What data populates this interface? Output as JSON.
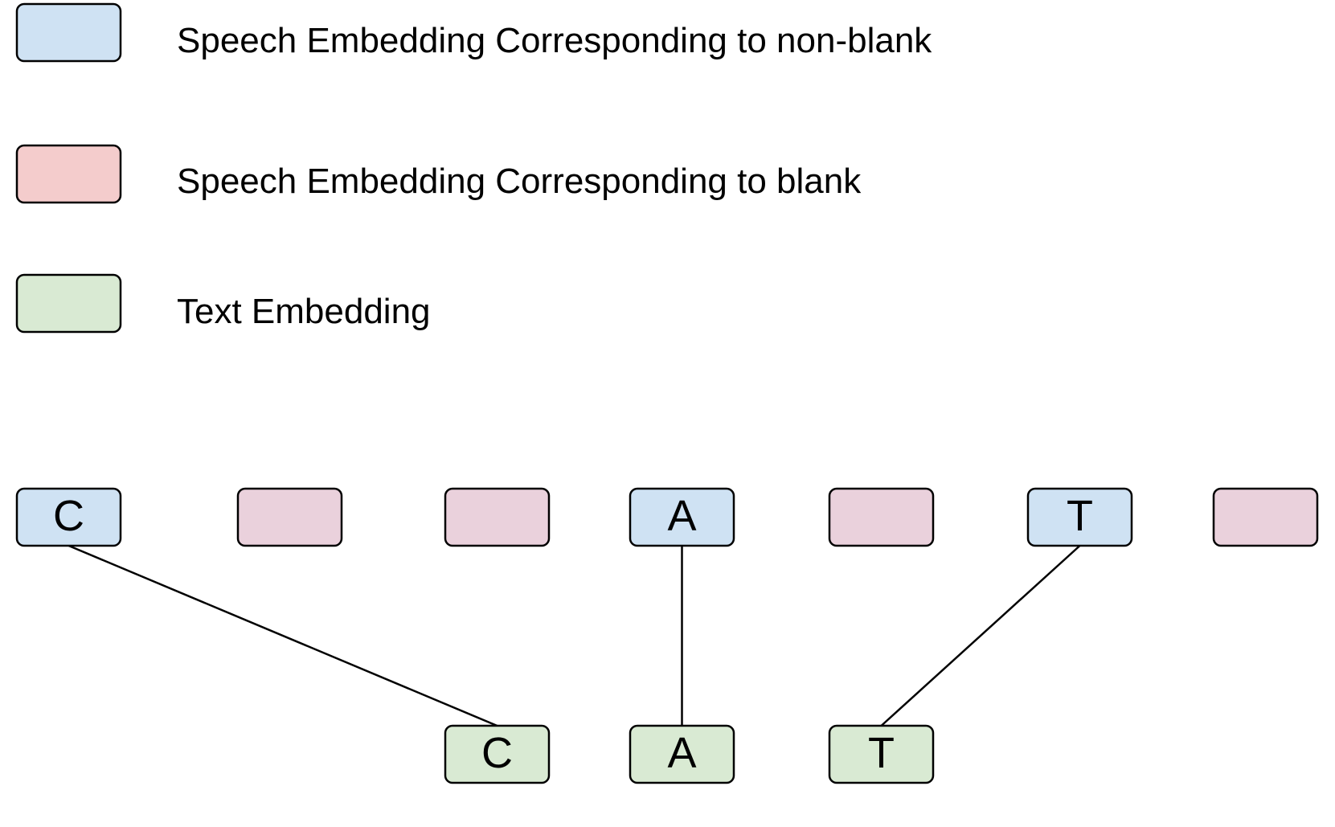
{
  "colors": {
    "non_blank": "#cfe2f3",
    "blank": "#ead1dc",
    "blank_legend": "#f4cccc",
    "text": "#d9ead3",
    "stroke": "#000000"
  },
  "legend": [
    {
      "label": "Speech Embedding Corresponding to non-blank",
      "color_key": "non_blank"
    },
    {
      "label": "Speech Embedding Corresponding to blank",
      "color_key": "blank_legend"
    },
    {
      "label": "Text Embedding",
      "color_key": "text"
    }
  ],
  "speech_sequence": [
    {
      "type": "non_blank",
      "label": "C"
    },
    {
      "type": "blank",
      "label": ""
    },
    {
      "type": "blank",
      "label": ""
    },
    {
      "type": "non_blank",
      "label": "A"
    },
    {
      "type": "blank",
      "label": ""
    },
    {
      "type": "non_blank",
      "label": "T"
    },
    {
      "type": "blank",
      "label": ""
    }
  ],
  "text_sequence": [
    {
      "label": "C"
    },
    {
      "label": "A"
    },
    {
      "label": "T"
    }
  ],
  "alignments": [
    {
      "speech_index": 0,
      "text_index": 0
    },
    {
      "speech_index": 3,
      "text_index": 1
    },
    {
      "speech_index": 5,
      "text_index": 2
    }
  ]
}
